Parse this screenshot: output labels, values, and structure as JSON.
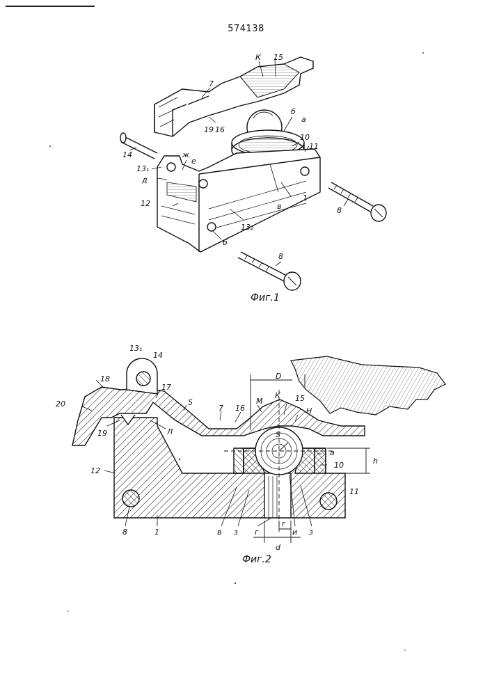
{
  "patent_number": "574138",
  "figure1": {
    "caption": "Фиг.1",
    "labels": {
      "k": "К",
      "n15": "15",
      "n7": "7",
      "b_cyr": "б",
      "a": "а",
      "n10": "10",
      "n19": "19",
      "n16": "16",
      "n11": "11",
      "n14": "14",
      "n13_1": "13₁",
      "zh": "ж",
      "e": "е",
      "d": "д",
      "n12": "12",
      "v": "в",
      "n1": "1",
      "n8a": "8",
      "n13_2": "13₂",
      "b_lower": "б",
      "n8b": "8"
    }
  },
  "figure2": {
    "caption": "Фиг.2",
    "labels": {
      "n13_1": "13₁",
      "n14": "14",
      "D": "D",
      "n18": "18",
      "n17": "17",
      "n20": "20",
      "n5": "5",
      "n7": "7",
      "n16": "16",
      "M": "М",
      "K": "К",
      "n15": "15",
      "H": "Н",
      "n19": "19",
      "L": "Л",
      "S": "S",
      "a": "а",
      "n10": "10",
      "h": "h",
      "n12": "12",
      "n11": "11",
      "n8": "8",
      "n1": "1",
      "v": "в",
      "z1": "з",
      "g": "г",
      "r": "r",
      "i": "и",
      "z2": "з",
      "d_dim": "d"
    }
  }
}
